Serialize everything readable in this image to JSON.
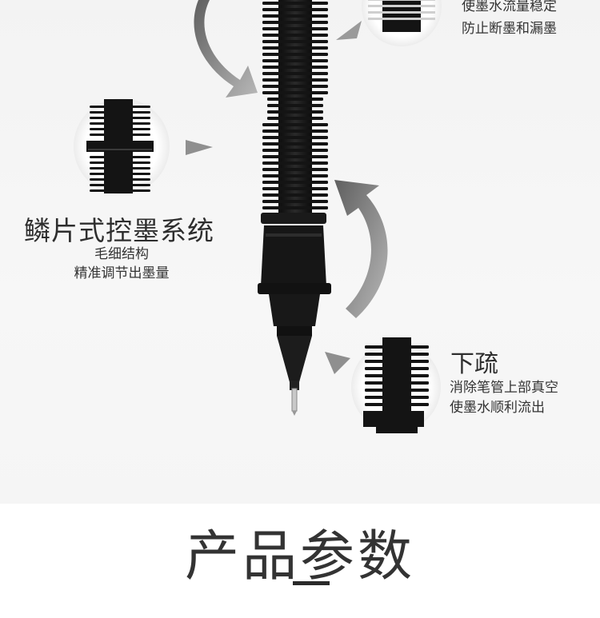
{
  "top_feature": {
    "lines": [
      "使墨水流量稳定",
      "防止断墨和漏墨"
    ]
  },
  "left_feature": {
    "title": "鳞片式控墨系统",
    "lines": [
      "毛细结构",
      "精准调节出墨量"
    ]
  },
  "right_feature": {
    "title": "下疏",
    "lines": [
      "消除笔管上部真空",
      "使墨水顺利流出"
    ]
  },
  "section": {
    "title": "产品参数"
  },
  "colors": {
    "pen_body": "#141414",
    "arrow": "#8f8f8f",
    "text": "#333333"
  }
}
